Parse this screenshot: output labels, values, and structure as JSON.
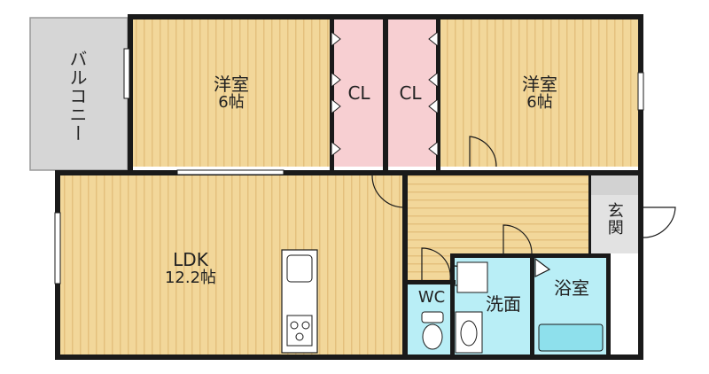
{
  "rooms": {
    "balcony": "バルコニー",
    "western_room_left": {
      "name": "洋室",
      "size": "6帖"
    },
    "western_room_right": {
      "name": "洋室",
      "size": "6帖"
    },
    "closet_left": "CL",
    "closet_right": "CL",
    "ldk": {
      "name": "LDK",
      "size": "12.2帖"
    },
    "entrance": "玄関",
    "wc": "WC",
    "washroom": "洗面",
    "bathroom": "浴室"
  },
  "colors": {
    "floor": "#f2d79a",
    "floor_stripe": "#e9c47c",
    "closet": "#f7cfd2",
    "wet_area": "#b9eef6",
    "balcony": "#d6d6d6",
    "wall": "#1a1a1a"
  }
}
